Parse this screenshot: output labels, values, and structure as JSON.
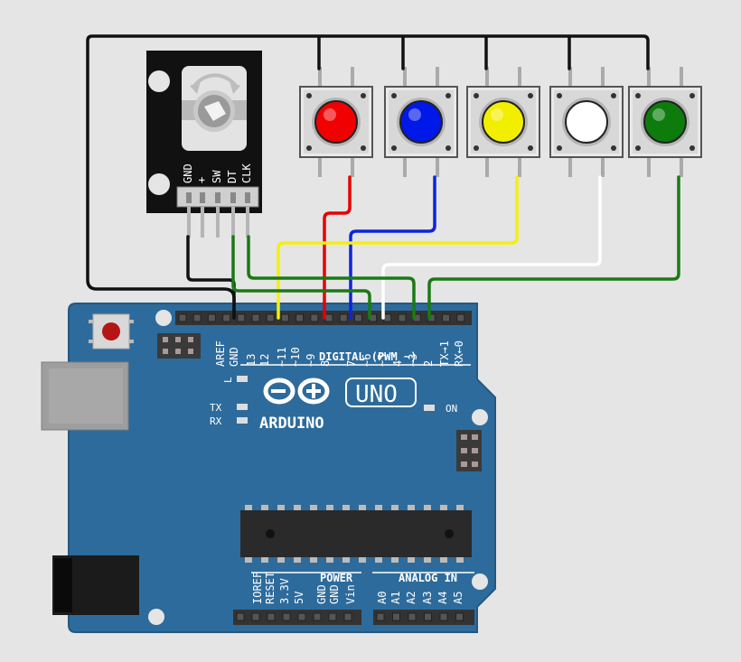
{
  "canvas": {
    "background": "#e5e5e5"
  },
  "colors": {
    "board": "#2d6b9c",
    "board_edge": "#24587f",
    "header": "#333333",
    "silkscreen": "#ffffff",
    "encoder_pcb": "#111111",
    "wire_black": "#111111",
    "wire_red": "#e80000",
    "wire_blue": "#0b24e0",
    "wire_yellow": "#f5f00a",
    "wire_white": "#ffffff",
    "wire_green": "#1a7a15"
  },
  "encoder": {
    "pins": [
      "GND",
      "+",
      "SW",
      "DT",
      "CLK"
    ]
  },
  "buttons": [
    {
      "id": "red",
      "color": "#f00000"
    },
    {
      "id": "blue",
      "color": "#0018e8"
    },
    {
      "id": "yellow",
      "color": "#f2ee00"
    },
    {
      "id": "white",
      "color": "#ffffff"
    },
    {
      "id": "green",
      "color": "#0d7c0d"
    }
  ],
  "arduino": {
    "logo_text": "ARDUINO",
    "model": "UNO",
    "digital_label": "DIGITAL (PWM ~)",
    "digital_pins": [
      "AREF",
      "GND",
      "13",
      "12",
      "~11",
      "~10",
      "~9",
      "8",
      "7",
      "~6",
      "~5",
      "4",
      "~3",
      "2",
      "TX→1",
      "RX←0"
    ],
    "led_l": "L",
    "led_tx": "TX",
    "led_rx": "RX",
    "led_on": "ON",
    "power_label": "POWER",
    "power_pins": [
      "IOREF",
      "RESET",
      "3.3V",
      "5V",
      "GND",
      "GND",
      "Vin"
    ],
    "analog_label": "ANALOG IN",
    "analog_pins": [
      "A0",
      "A1",
      "A2",
      "A3",
      "A4",
      "A5"
    ]
  }
}
